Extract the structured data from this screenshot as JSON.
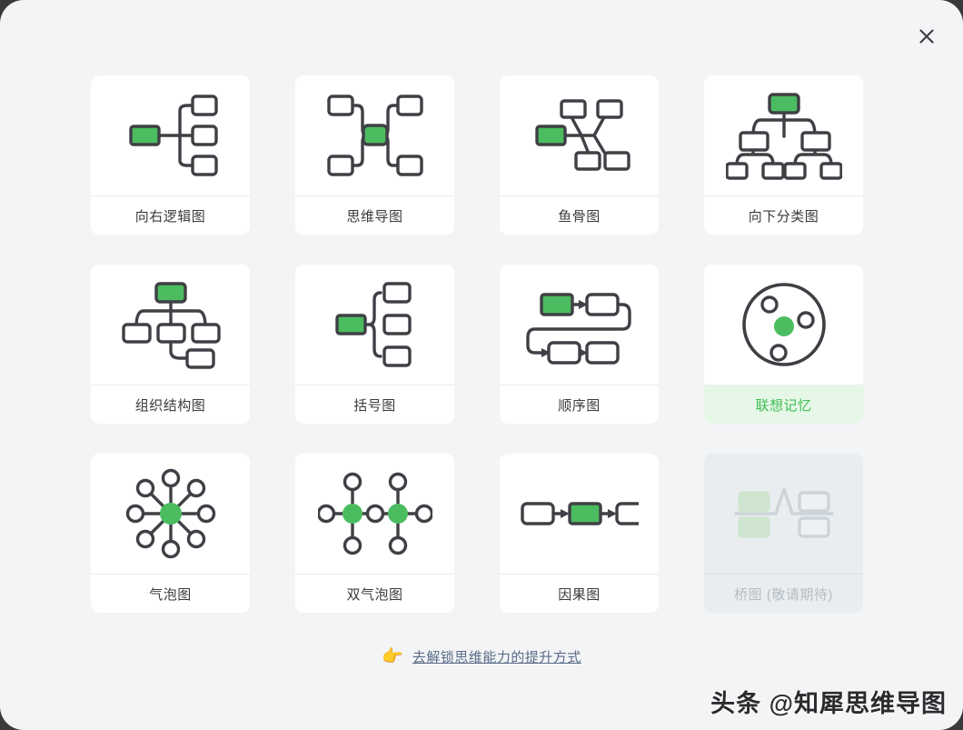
{
  "dialog": {
    "background_color": "#f2f4f6",
    "close_label": "×"
  },
  "grid": {
    "cards": [
      {
        "label": "向右逻辑图",
        "icon": "right-logic-diagram-icon",
        "state": "normal"
      },
      {
        "label": "思维导图",
        "icon": "mind-map-icon",
        "state": "normal"
      },
      {
        "label": "鱼骨图",
        "icon": "fishbone-diagram-icon",
        "state": "normal"
      },
      {
        "label": "向下分类图",
        "icon": "downward-tree-icon",
        "state": "normal"
      },
      {
        "label": "组织结构图",
        "icon": "org-chart-icon",
        "state": "normal"
      },
      {
        "label": "括号图",
        "icon": "bracket-diagram-icon",
        "state": "normal"
      },
      {
        "label": "顺序图",
        "icon": "sequence-diagram-icon",
        "state": "normal"
      },
      {
        "label": "联想记忆",
        "icon": "association-memory-icon",
        "state": "selected"
      },
      {
        "label": "气泡图",
        "icon": "bubble-chart-icon",
        "state": "normal"
      },
      {
        "label": "双气泡图",
        "icon": "double-bubble-chart-icon",
        "state": "normal"
      },
      {
        "label": "因果图",
        "icon": "cause-effect-diagram-icon",
        "state": "normal"
      },
      {
        "label": "桥图 (敬请期待)",
        "icon": "bridge-diagram-icon",
        "state": "disabled"
      }
    ]
  },
  "footer": {
    "hand_icon": "👉",
    "link_text": "去解锁思维能力的提升方式"
  },
  "watermark": {
    "text": "头条 @知犀思维导图"
  },
  "colors": {
    "accent_green": "#4cbc60",
    "selected_bg": "#e6f7e7",
    "selected_text": "#3fbf55",
    "stroke": "#3f4045",
    "link": "#5a6b86"
  }
}
